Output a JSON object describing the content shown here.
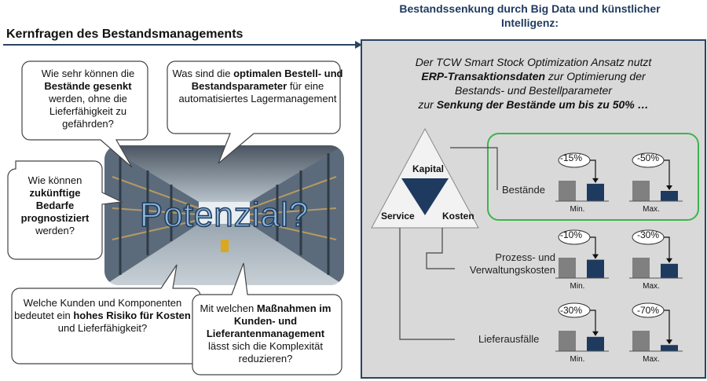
{
  "left_title": "Kernfragen des Bestandsmanagements",
  "right_title": [
    "Bestandssenkung durch Big Data und künstlicher",
    "Intelligenz:"
  ],
  "image_text": "Potenzial?",
  "bubbles": {
    "b1": {
      "before": "Wie sehr können die",
      "bold": "Bestände gesenkt",
      "after": "werden, ohne die Lieferfähigkeit zu gefährden?"
    },
    "b2": {
      "before": "Was sind die",
      "bold": "optimalen Bestell- und Bestandsparameter",
      "after": "für eine automatisiertes Lagermanagement"
    },
    "b3": {
      "before": "Wie können",
      "bold": "zukünftige Bedarfe prognostiziert",
      "after": "werden?"
    },
    "b4": {
      "before": "Welche Kunden und Komponenten bedeutet ein",
      "bold": "hohes Risiko für Kosten",
      "after": "und Lieferfähigkeit?"
    },
    "b5": {
      "before": "Mit welchen",
      "bold": "Maßnahmen im Kunden- und Lieferantenmanagement",
      "after": "lässt sich die Komplexität reduzieren?"
    }
  },
  "panel": {
    "intro1": "Der TCW Smart Stock Optimization Ansatz nutzt",
    "intro2_bold": "ERP-Transaktionsdaten",
    "intro2_rest": " zur Optimierung der",
    "intro3": "Bestands- und Bestellparameter",
    "intro4_pre": "zur ",
    "intro4_bold": "Senkung der Bestände um bis zu 50% …",
    "triangle": {
      "top": "Kapital",
      "left": "Service",
      "right": "Kosten"
    },
    "rows": [
      {
        "label": "Bestände",
        "min_pct": "-15%",
        "max_pct": "-50%",
        "min_fraction": 0.85,
        "max_fraction": 0.5
      },
      {
        "label": "Prozess- und Verwaltungskosten",
        "min_pct": "-10%",
        "max_pct": "-30%",
        "min_fraction": 0.9,
        "max_fraction": 0.7
      },
      {
        "label": "Lieferausfälle",
        "min_pct": "-30%",
        "max_pct": "-70%",
        "min_fraction": 0.7,
        "max_fraction": 0.3
      }
    ],
    "min_label": "Min.",
    "max_label": "Max."
  },
  "colors": {
    "navy": "#1f3a5f",
    "panel_bg": "#d9d9d9",
    "gray_bar": "#808080",
    "green_box": "#3cb44b"
  }
}
